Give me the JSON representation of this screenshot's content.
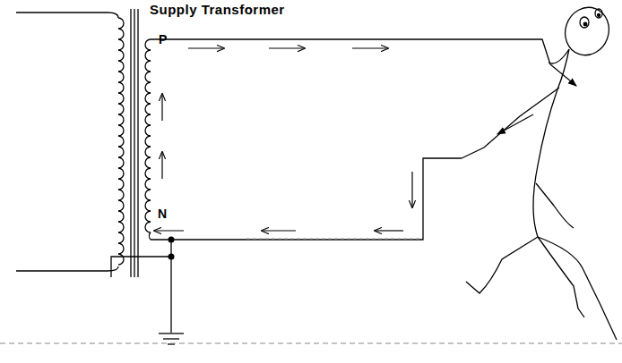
{
  "diagram": {
    "labels": [
      "Supply Transformer",
      "P",
      "N"
    ]
  }
}
